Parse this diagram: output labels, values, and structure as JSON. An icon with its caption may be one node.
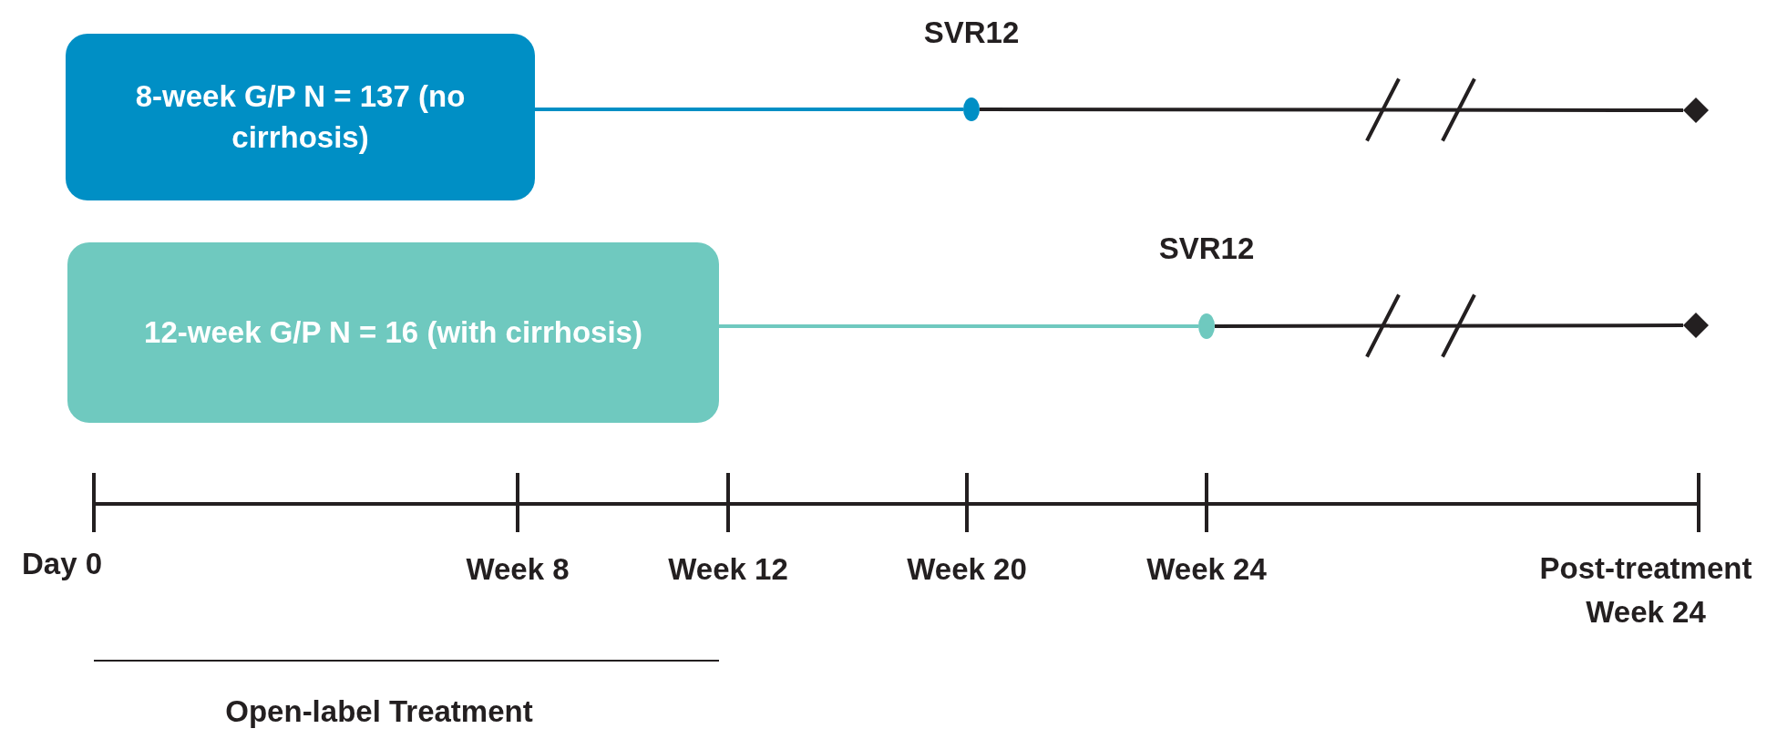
{
  "diagram": {
    "nodes": [
      {
        "text": [
          "8-week G/P N = 137 (no cirrhosis)"
        ]
      },
      {
        "text": [],
        "shape": "circle",
        "beside": [
          "SVR12"
        ]
      },
      {
        "text": [],
        "shape": "diamond"
      },
      {
        "text": [
          "12-week G/P N = 16 (with cirrhosis)"
        ]
      },
      {
        "text": [],
        "shape": "circle",
        "beside": [
          "SVR12"
        ]
      },
      {
        "text": [],
        "shape": "diamond"
      }
    ],
    "edges": [
      {
        "from": 0,
        "to": 1,
        "arrow": "none",
        "color": "#008fc5"
      },
      {
        "from": 1,
        "to": 2,
        "arrow": "none"
      },
      {
        "from": 3,
        "to": 4,
        "arrow": "none",
        "color": "#6fc9bf"
      },
      {
        "from": 4,
        "to": 5,
        "arrow": "none"
      }
    ],
    "labels": [
      "Day 0",
      "Week 8",
      "Week 12",
      "Week 20",
      "Week 24",
      "Post-treatment Week 24",
      "Open-label Treatment"
    ]
  }
}
